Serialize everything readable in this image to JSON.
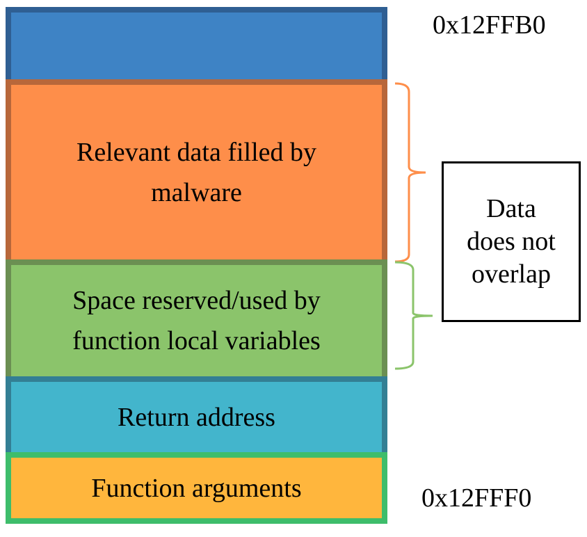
{
  "diagram": {
    "title": "Stack memory layout",
    "addresses": {
      "top": "0x12FFB0",
      "bottom": "0x12FFF0"
    },
    "blocks": [
      {
        "id": "top",
        "label": "",
        "color": "#3e83c5"
      },
      {
        "id": "malware-data",
        "label": "Relevant data filled by malware",
        "color": "#fe8e4a"
      },
      {
        "id": "local-variables",
        "label": "Space reserved/used by function local variables",
        "color": "#8bc46b"
      },
      {
        "id": "return-address",
        "label": "Return address",
        "color": "#43b5cc"
      },
      {
        "id": "function-arguments",
        "label": "Function arguments",
        "color": "#ffb63d"
      }
    ],
    "braces": [
      {
        "spans": "malware-data",
        "color": "#fe8e4a"
      },
      {
        "spans": "local-variables",
        "color": "#8bc46b"
      }
    ],
    "note": "Data does not overlap"
  }
}
